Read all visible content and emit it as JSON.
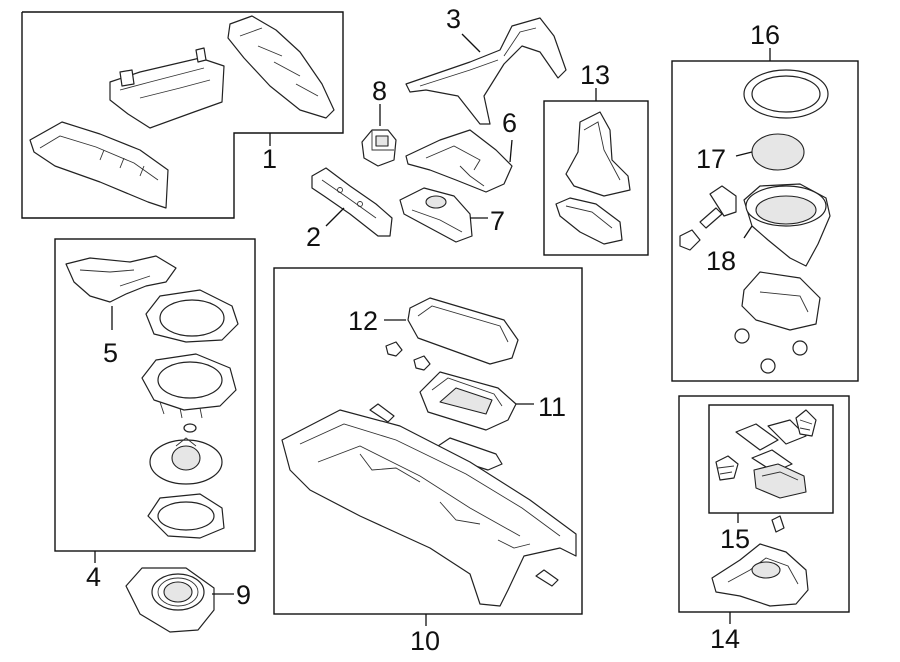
{
  "callouts": [
    {
      "id": "1",
      "text": "1"
    },
    {
      "id": "2",
      "text": "2"
    },
    {
      "id": "3",
      "text": "3"
    },
    {
      "id": "4",
      "text": "4"
    },
    {
      "id": "5",
      "text": "5"
    },
    {
      "id": "6",
      "text": "6"
    },
    {
      "id": "7",
      "text": "7"
    },
    {
      "id": "8",
      "text": "8"
    },
    {
      "id": "9",
      "text": "9"
    },
    {
      "id": "10",
      "text": "10"
    },
    {
      "id": "11",
      "text": "11"
    },
    {
      "id": "12",
      "text": "12"
    },
    {
      "id": "13",
      "text": "13"
    },
    {
      "id": "14",
      "text": "14"
    },
    {
      "id": "15",
      "text": "15"
    },
    {
      "id": "16",
      "text": "16"
    },
    {
      "id": "17",
      "text": "17"
    },
    {
      "id": "18",
      "text": "18"
    }
  ],
  "colors": {
    "line": "#111111",
    "fill": "#ffffff",
    "shade": "#e6e6e6"
  }
}
